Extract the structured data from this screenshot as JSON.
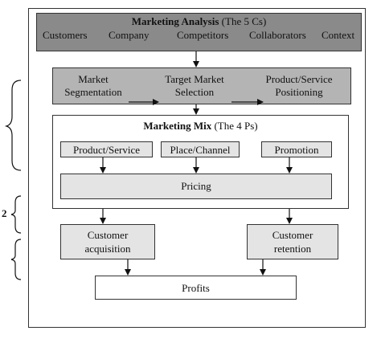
{
  "analysis": {
    "title_bold": "Marketing Analysis",
    "title_rest": " (The 5 Cs)",
    "items": [
      "Customers",
      "Company",
      "Competitors",
      "Collaborators",
      "Context"
    ]
  },
  "stp": {
    "segmentation": [
      "Market",
      "Segmentation"
    ],
    "targeting": [
      "Target Market",
      "Selection"
    ],
    "positioning": [
      "Product/Service",
      "Positioning"
    ]
  },
  "mix": {
    "title_bold": "Marketing Mix",
    "title_rest": " (The 4 Ps)",
    "product": "Product/Service",
    "place": "Place/Channel",
    "promotion": "Promotion",
    "pricing": "Pricing"
  },
  "outcomes": {
    "acquisition": [
      "Customer",
      "acquisition"
    ],
    "retention": [
      "Customer",
      "retention"
    ],
    "profits": "Profits"
  },
  "side_label": "2"
}
